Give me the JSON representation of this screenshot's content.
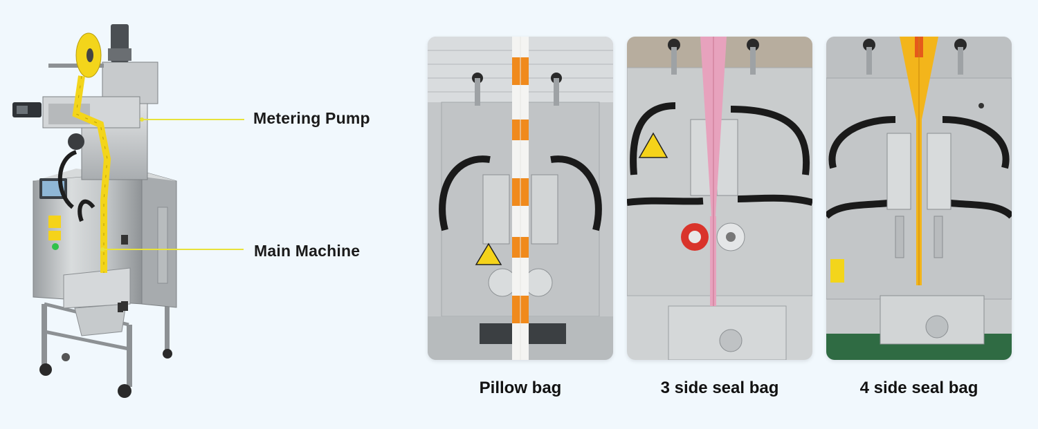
{
  "callouts": {
    "metering_pump": "Metering Pump",
    "main_machine": "Main Machine"
  },
  "bag_types": [
    {
      "caption": "Pillow bag"
    },
    {
      "caption": "3 side seal bag"
    },
    {
      "caption": "4 side seal bag"
    }
  ],
  "colors": {
    "background": "#f1f8fd",
    "callout_line": "#e8e23a",
    "steel": "#c9ccce",
    "film_orange": "#f08a1c",
    "film_pink": "#e7a2bd",
    "film_yellow": "#f3b51b"
  }
}
